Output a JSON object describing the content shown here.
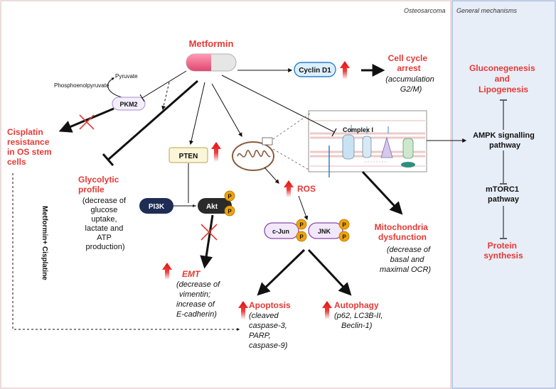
{
  "panels": {
    "osteosarcoma": "Osteosarcoma",
    "general": "General mechanisms"
  },
  "drug": "Metformin",
  "nodes": {
    "pyruvate": "Pyruvate",
    "pep": "Phosphoenolpyruvate",
    "pkm2": "PKM2",
    "cisplatin": [
      "Cisplatin",
      "resistance",
      "in OS stem",
      "cells"
    ],
    "combo": "Metformin+ Cisplatine",
    "glycolytic_title": [
      "Glycolytic",
      "profile"
    ],
    "glycolytic_desc": [
      "(decrease of",
      "glucose",
      "uptake,",
      "lactate and",
      "ATP",
      "production)"
    ],
    "pten": "PTEN",
    "pi3k": "PI3K",
    "akt": "Akt",
    "p": "P",
    "emt_title": "EMT",
    "emt_desc": [
      "(decrease of",
      "vimentin;",
      "increase of",
      "E-cadherin)"
    ],
    "cyclin": "Cyclin D1",
    "cellcycle_title": [
      "Cell cycle",
      "arrest"
    ],
    "cellcycle_desc": [
      "(accumulation",
      "G2/M)"
    ],
    "complex1": "Complex I",
    "ros": "ROS",
    "cjun": "c-Jun",
    "jnk": "JNK",
    "mito_title": [
      "Mitochondria",
      "dysfunction"
    ],
    "mito_desc": [
      "(decrease of",
      "basal and",
      "maximal OCR)"
    ],
    "apoptosis_title": "Apoptosis",
    "apoptosis_desc": [
      "(cleaved",
      "caspase-3,",
      "PARP,",
      "caspase-9)"
    ],
    "autophagy_title": "Autophagy",
    "autophagy_desc": [
      "(p62, LC3B-II,",
      "Beclin-1)"
    ],
    "gluco": [
      "Gluconegenesis",
      "and",
      "Lipogenesis"
    ],
    "ampk": [
      "AMPK signalling",
      "pathway"
    ],
    "mtorc1": [
      "mTORC1",
      "pathway"
    ],
    "protein": [
      "Protein",
      "synthesis"
    ]
  },
  "colors": {
    "accent_red": "#e53935",
    "side_panel": "#e8eef8",
    "cyclin_fill": "#dcefff",
    "pten_fill": "#fbf6d8",
    "pi3k_fill": "#1f2d55",
    "jun_fill": "#f3e8fb",
    "phospho": "#f0a30a"
  }
}
